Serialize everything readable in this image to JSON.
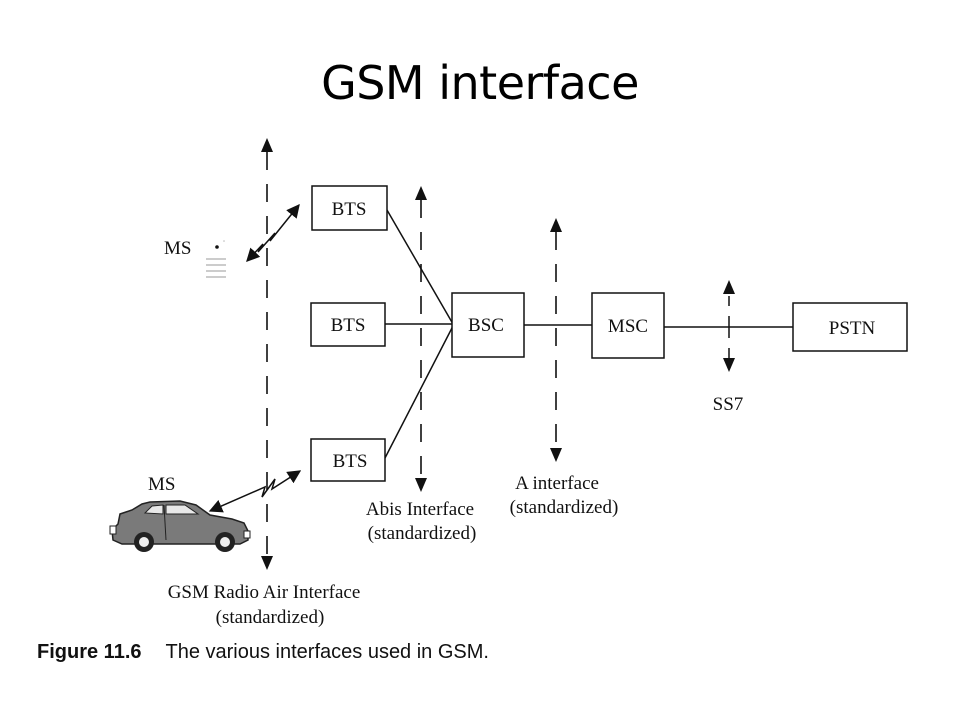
{
  "title": "GSM interface",
  "nodes": {
    "bts_top": "BTS",
    "bts_middle": "BTS",
    "bts_bottom": "BTS",
    "bsc": "BSC",
    "msc": "MSC",
    "pstn": "PSTN"
  },
  "mobile_stations": {
    "handset_label": "MS",
    "car_label": "MS"
  },
  "interfaces": {
    "air": {
      "name": "GSM Radio Air Interface",
      "note": "(standardized)"
    },
    "abis": {
      "name": "Abis Interface",
      "note": "(standardized)"
    },
    "a": {
      "name": "A interface",
      "note": "(standardized)"
    },
    "ss7": {
      "name": "SS7"
    }
  },
  "caption": {
    "number": "Figure 11.6",
    "text": "The various interfaces used in GSM."
  }
}
